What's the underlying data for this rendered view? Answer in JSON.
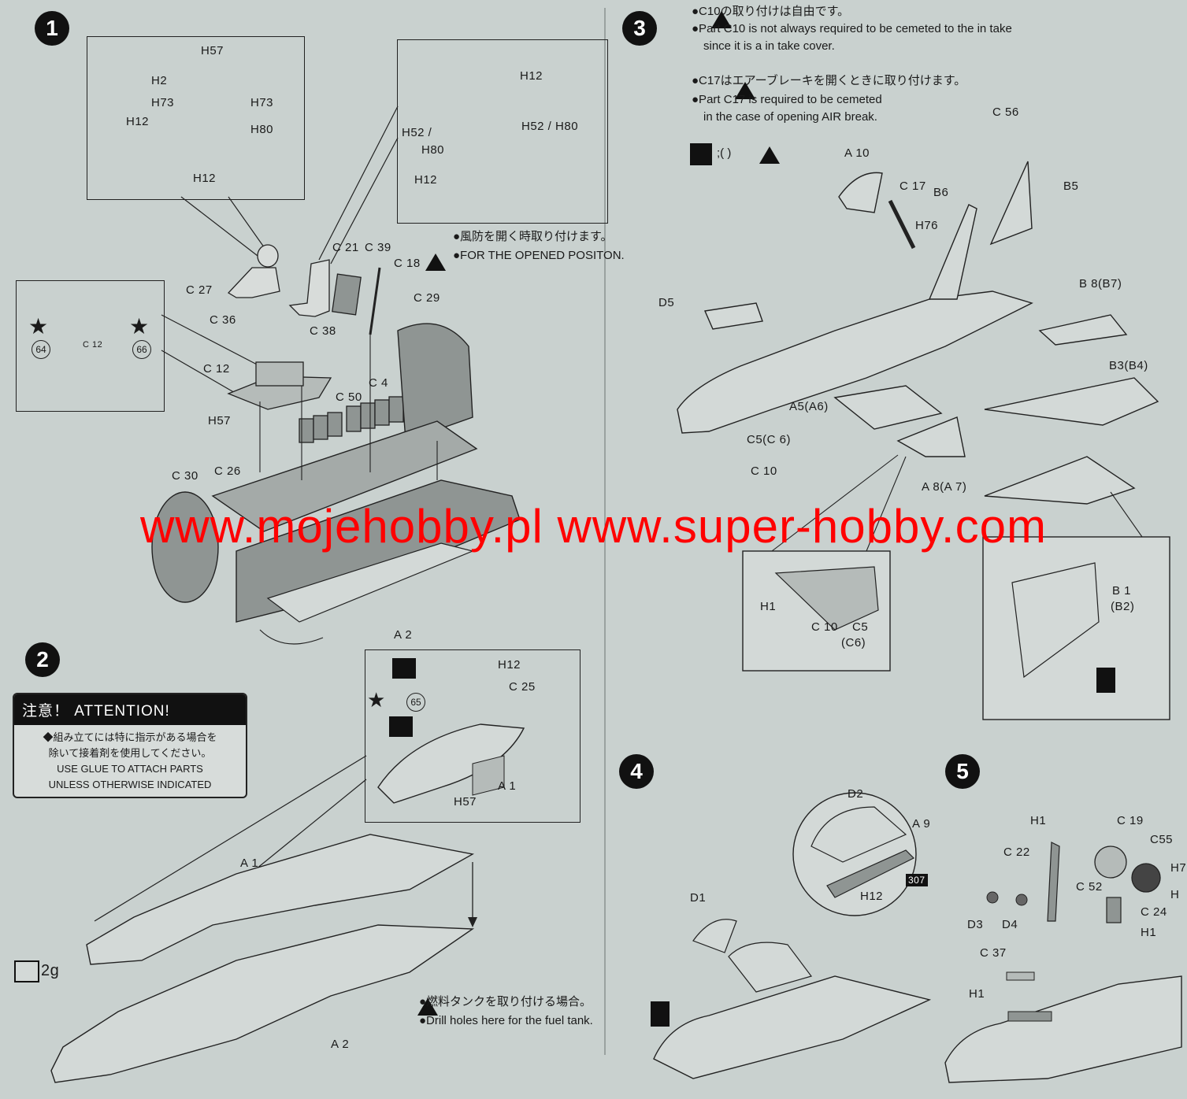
{
  "steps": {
    "s1": "1",
    "s2": "2",
    "s3": "3",
    "s4": "4",
    "s5": "5"
  },
  "step1": {
    "labels": {
      "h57a": "H57",
      "h2": "H2",
      "h73a": "H73",
      "h73b": "H73",
      "h12a": "H12",
      "h80a": "H80",
      "h12b": "H12",
      "h12c": "H12",
      "h52": "H52 /",
      "h80b": "H80",
      "h52h80": "H52 / H80",
      "h12d": "H12",
      "c21": "C 21",
      "c39": "C 39",
      "c18": "C 18",
      "c27": "C 27",
      "c36": "C 36",
      "c38": "C 38",
      "c29": "C 29",
      "c12": "C 12",
      "c12b": "C 12",
      "c50": "C 50",
      "c4": "C 4",
      "h57b": "H57",
      "c30": "C 30",
      "c26": "C 26",
      "a2": "A 2",
      "d64": "64",
      "d66": "66"
    },
    "note_jp": "●風防を開く時取り付けます。",
    "note_en": "●FOR THE OPENED POSITON."
  },
  "step2": {
    "attention_title": "注意！  ATTENTION!",
    "attention_jp1": "◆組み立てには特に指示がある場合を",
    "attention_jp2": "除いて接着剤を使用してください。",
    "attention_en1": "USE GLUE TO ATTACH PARTS",
    "attention_en2": "UNLESS OTHERWISE INDICATED",
    "labels": {
      "h12": "H12",
      "c25": "C 25",
      "d65": "65",
      "a1": "A 1",
      "h57": "H57",
      "a1b": "A 1",
      "a2": "A 2",
      "weight": "2g"
    },
    "fuel_jp": "●燃料タンクを取り付ける場合。",
    "fuel_en": "●Drill holes here for the fuel tank."
  },
  "step3": {
    "note1_jp": "●C10の取り付けは自由です。",
    "note1_en1": "●Part C10 is not always required to be cemeted to the in take",
    "note1_en2": "since it is a in take cover.",
    "note2_jp": "●C17はエアーブレーキを開くときに取り付けます。",
    "note2_en1": "●Part C17 is required to be cemeted",
    "note2_en2": "in the case of opening AIR break.",
    "paint_note": ";(   )",
    "labels": {
      "a10": "A 10",
      "c17": "C 17",
      "c56": "C 56",
      "b6": "B6",
      "b5": "B5",
      "h76": "H76",
      "d5": "D5",
      "b8": "B 8(B7)",
      "b3": "B3(B4)",
      "a5": "A5(A6)",
      "c5": "C5(C 6)",
      "c10": "C 10",
      "a8": "A 8(A 7)",
      "h1": "H1",
      "c10b": "C 10",
      "c5b": "C5",
      "c6b": "(C6)",
      "b1": "B 1",
      "b2": "(B2)"
    }
  },
  "step4": {
    "labels": {
      "d2": "D2",
      "a9": "A 9",
      "n307": "307",
      "h12": "H12",
      "d1": "D1"
    }
  },
  "step5": {
    "labels": {
      "h1a": "H1",
      "c19": "C 19",
      "c55": "C55",
      "h7": "H7",
      "hb": "H",
      "c22": "C 22",
      "c52": "C 52",
      "c24": "C 24",
      "d3": "D3",
      "d4": "D4",
      "h1b": "H1",
      "c37": "C 37",
      "h1c": "H1"
    }
  },
  "watermark": "www.mojehobby.pl www.super-hobby.com"
}
